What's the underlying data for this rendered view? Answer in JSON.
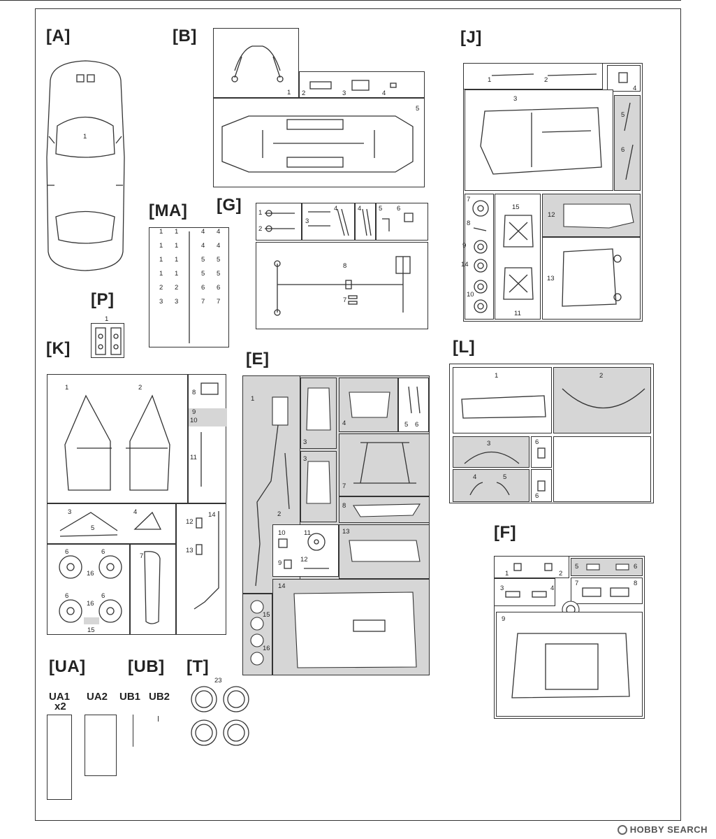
{
  "sprues": {
    "A": {
      "label": "[A]",
      "parts": [
        "1"
      ]
    },
    "B": {
      "label": "[B]",
      "parts": [
        "1",
        "2",
        "3",
        "4",
        "5"
      ]
    },
    "J": {
      "label": "[J]",
      "parts": [
        "1",
        "2",
        "3",
        "4",
        "5",
        "6",
        "7",
        "8",
        "9",
        "10",
        "11",
        "12",
        "13",
        "14",
        "15"
      ]
    },
    "MA": {
      "label": "[MA]",
      "rows": [
        [
          "1",
          "1",
          "4",
          "4"
        ],
        [
          "1",
          "1",
          "4",
          "4"
        ],
        [
          "1",
          "1",
          "5",
          "5"
        ],
        [
          "1",
          "1",
          "5",
          "5"
        ],
        [
          "2",
          "2",
          "6",
          "6"
        ],
        [
          "3",
          "3",
          "7",
          "7"
        ]
      ]
    },
    "G": {
      "label": "[G]",
      "parts": [
        "1",
        "2",
        "3",
        "4",
        "4",
        "5",
        "6",
        "7",
        "8"
      ]
    },
    "P": {
      "label": "[P]",
      "parts": [
        "1"
      ]
    },
    "K": {
      "label": "[K]",
      "parts": [
        "1",
        "2",
        "3",
        "4",
        "5",
        "6",
        "6",
        "6",
        "6",
        "7",
        "8",
        "9",
        "10",
        "11",
        "12",
        "13",
        "14",
        "15",
        "16",
        "16"
      ]
    },
    "E": {
      "label": "[E]",
      "parts": [
        "1",
        "2",
        "3",
        "3",
        "4",
        "5",
        "6",
        "7",
        "8",
        "9",
        "10",
        "11",
        "12",
        "13",
        "14",
        "15",
        "16"
      ]
    },
    "L": {
      "label": "[L]",
      "parts": [
        "1",
        "2",
        "3",
        "4",
        "5",
        "6",
        "6"
      ]
    },
    "F": {
      "label": "[F]",
      "parts": [
        "1",
        "2",
        "3",
        "4",
        "5",
        "6",
        "7",
        "8",
        "9"
      ]
    },
    "UA": {
      "label": "[UA]",
      "parts": [
        "UA1",
        "x2",
        "UA2"
      ]
    },
    "UB": {
      "label": "[UB]",
      "parts": [
        "UB1",
        "UB2"
      ]
    },
    "T": {
      "label": "[T]",
      "parts": [
        "23"
      ]
    }
  },
  "watermark": {
    "brand": "HOBBY SEARCH"
  }
}
